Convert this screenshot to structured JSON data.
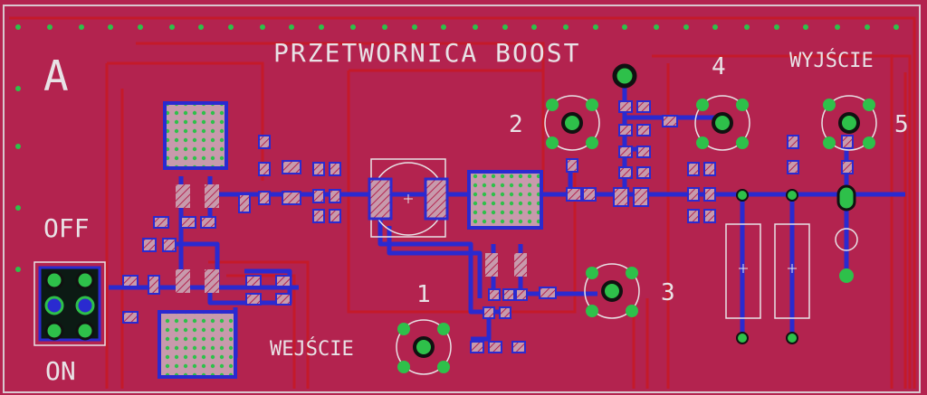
{
  "board": {
    "title": "PRZETWORNICA BOOST",
    "corner_label": "A",
    "switch_off": "OFF",
    "switch_on": "ON",
    "input_label": "WEJŚCIE",
    "output_label": "WYJŚCIE",
    "test_points": [
      "1",
      "2",
      "3",
      "4",
      "5"
    ]
  },
  "colors": {
    "board": "#b3234f",
    "board_dark": "#9b1b43",
    "trace_top": "#c41a2a",
    "trace_bottom": "#2a2ad0",
    "pad": "#c8a0b0",
    "via_ring": "#2ec04a",
    "silkscreen": "#e8e2e6"
  }
}
